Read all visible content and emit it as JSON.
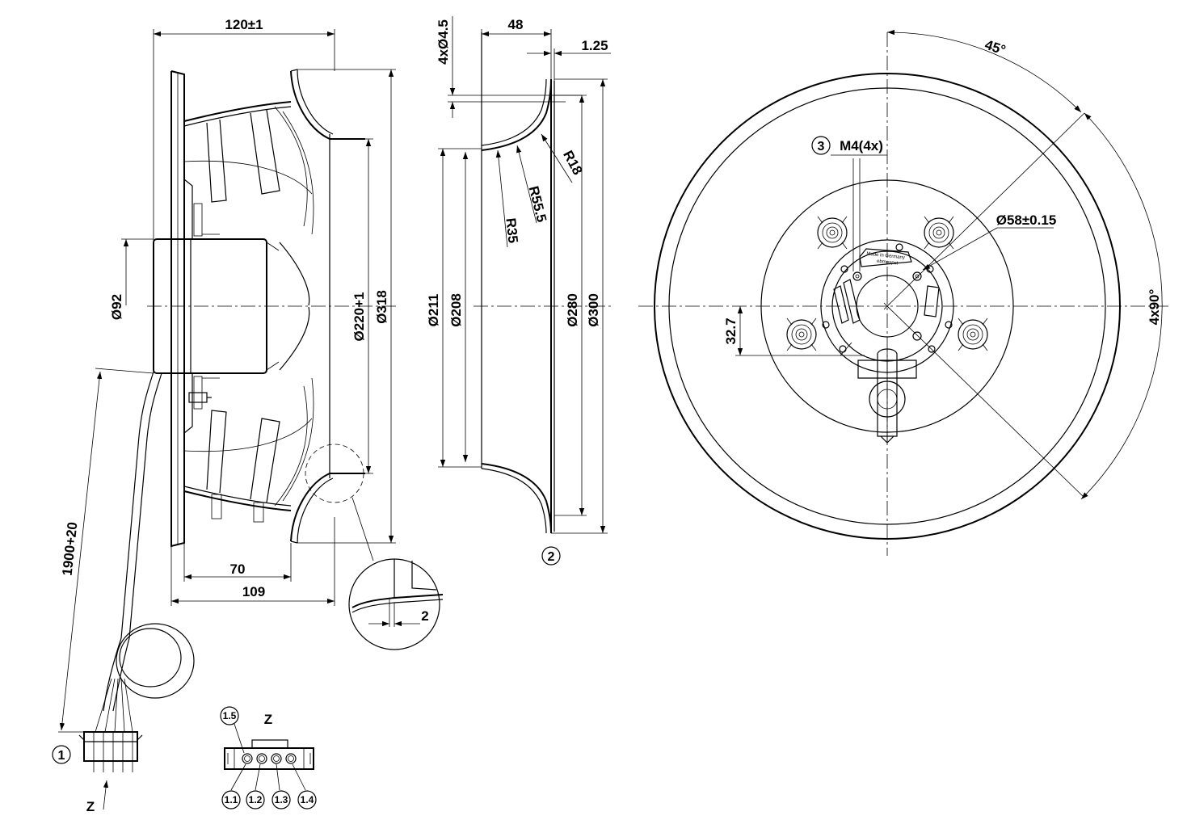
{
  "dimensions": {
    "total_length": "120±1",
    "hub_diameter": "Ø92",
    "rotor_length_70": "70",
    "rotor_length_109": "109",
    "impeller_diameter": "Ø220+1",
    "outer_diameter": "Ø318",
    "cable_length": "1900+20",
    "detail_gap": "2",
    "mount_holes": "4xØ4.5",
    "nozzle_depth": "48",
    "flange_thickness": "1.25",
    "radius_18": "R18",
    "radius_55": "R55.5",
    "radius_35": "R35",
    "nozzle_211": "Ø211",
    "nozzle_208": "Ø208",
    "nozzle_280": "Ø280",
    "nozzle_300": "Ø300",
    "angle_45": "45°",
    "thread": "M4(4x)",
    "bolt_circle": "Ø58±0.15",
    "offset": "32.7",
    "angle_4x90": "4x90°"
  },
  "callouts": {
    "connector": "1",
    "nozzle": "2",
    "thread": "3"
  },
  "connector": {
    "view_label": "Z",
    "arrow_label": "Z",
    "pins": [
      "1.1",
      "1.2",
      "1.3",
      "1.4",
      "1.5"
    ]
  },
  "label_plate": {
    "line1": "Made in Germany",
    "line2": "ebmpapst"
  }
}
